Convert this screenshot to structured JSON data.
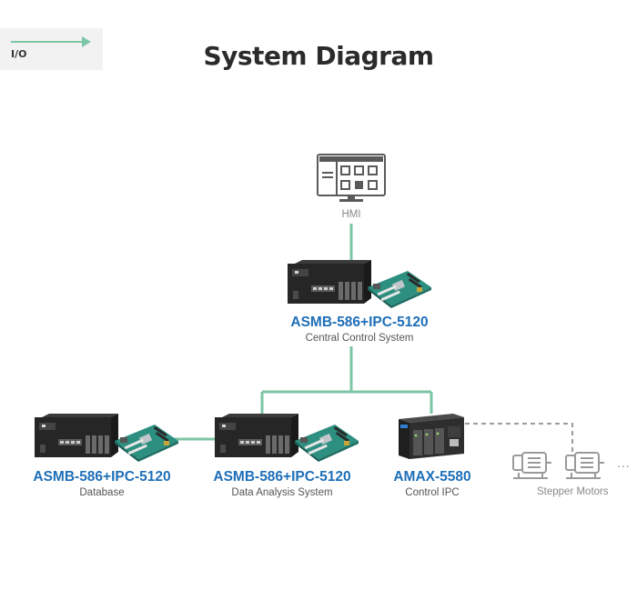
{
  "legend": {
    "label": "I/O"
  },
  "title": "System Diagram",
  "nodes": {
    "hmi": {
      "label": "HMI"
    },
    "central": {
      "model": "ASMB-586+IPC-5120",
      "desc": "Central Control System"
    },
    "database": {
      "model": "ASMB-586+IPC-5120",
      "desc": "Database"
    },
    "analysis": {
      "model": "ASMB-586+IPC-5120",
      "desc": "Data Analysis System"
    },
    "amax": {
      "model": "AMAX-5580",
      "desc": "Control IPC"
    },
    "motors": {
      "label": "Stepper Motors",
      "more": "..."
    }
  },
  "colors": {
    "io_line": "#7cc6a6",
    "dashed_line": "#9a9a9a",
    "model_text": "#1e6fb8"
  }
}
